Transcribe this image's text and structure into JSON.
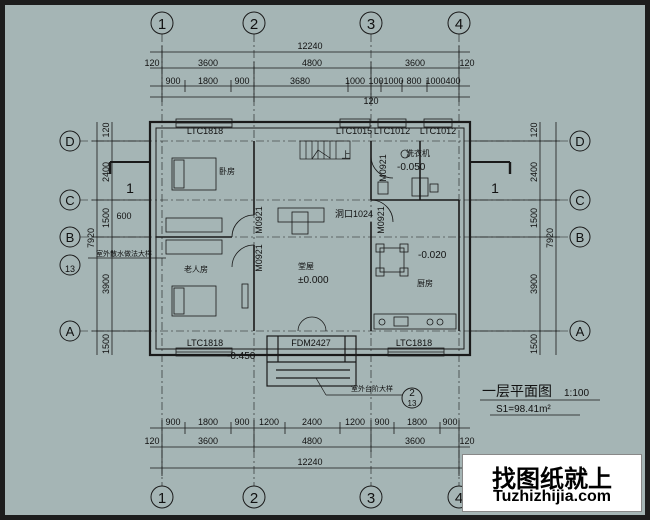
{
  "axes": {
    "vertical": [
      "1",
      "2",
      "3",
      "4"
    ],
    "horizontal": [
      "D",
      "C",
      "B",
      "A"
    ]
  },
  "dimensions": {
    "top": {
      "total": "12240",
      "row2": [
        "120",
        "3600",
        "4800",
        "3600",
        "120"
      ],
      "row3": [
        "900",
        "1800",
        "900",
        "3680",
        "1000",
        "1001000",
        "800",
        "1000400"
      ],
      "extra": "120"
    },
    "bottom": {
      "row1": [
        "900",
        "1800",
        "900",
        "1200",
        "2400",
        "1200",
        "900",
        "1800",
        "900"
      ],
      "row2": [
        "120",
        "3600",
        "4800",
        "3600",
        "120"
      ],
      "total": "12240"
    },
    "left": {
      "total": "7920",
      "segments": [
        "120",
        "2400",
        "1500",
        "3900",
        "1500"
      ],
      "extra": "600"
    },
    "right": {
      "total": "7920",
      "segments": [
        "120",
        "2400",
        "1500",
        "3900",
        "1500"
      ]
    }
  },
  "windows": {
    "top_left": "LTC1818",
    "top_mid": "LTC1015",
    "top_right1": "LTC1012",
    "top_right2": "LTC1012",
    "bottom_left": "LTC1818",
    "bottom_right": "LTC1818"
  },
  "doors": {
    "m0921_a": "M0921",
    "m0921_b": "M0921",
    "m0921_c": "M0921",
    "m0921_d": "M0921",
    "opening": "洞口1024",
    "main": "FDM2427"
  },
  "rooms": {
    "bedroom_top": "卧房",
    "bedroom_elder": "老人房",
    "hall": "堂屋",
    "kitchen": "厨房",
    "wash": "洗衣机"
  },
  "elevations": {
    "hall": "±0.000",
    "wash": "-0.050",
    "kitchen": "-0.020",
    "outside": "-0.450"
  },
  "annotations": {
    "stair_up": "上",
    "left_detail": "室外散水做法大样",
    "step_detail": "室外台阶大样",
    "section_mark": "1",
    "detail_num": "13",
    "detail_ref": "2"
  },
  "title": {
    "name": "一层平面图",
    "scale": "1:100",
    "area": "S1=98.41m²"
  },
  "watermark": {
    "cn": "找图纸就上",
    "url": "Tuzhizhijia.com"
  }
}
